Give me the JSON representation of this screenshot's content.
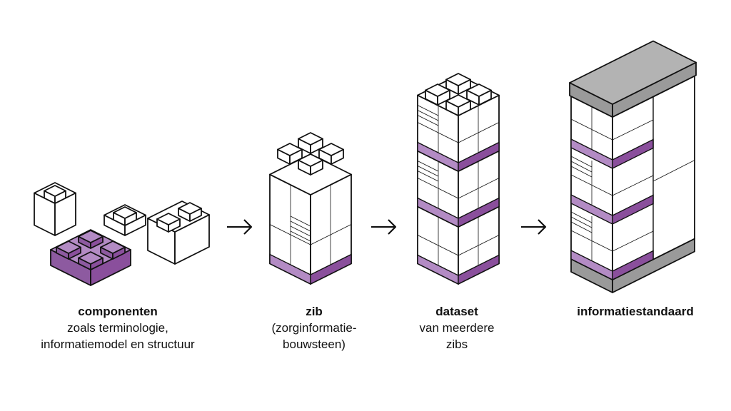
{
  "colors": {
    "purple_top": "#b38bc4",
    "purple_side": "#8d5aa0",
    "purple_band": "#8a4f9c",
    "grey_top": "#b3b3b3",
    "grey_side": "#9a9a9a",
    "outline": "#111111"
  },
  "stages": [
    {
      "title": "componenten",
      "subtitle": "zoals terminologie,\ninformatiemodel en structuur"
    },
    {
      "title": "zib",
      "subtitle": "(zorginformatie-\nbouwsteen)"
    },
    {
      "title": "dataset",
      "subtitle": "van meerdere\nzibs"
    },
    {
      "title": "informatiestandaard",
      "subtitle": ""
    }
  ],
  "arrows": [
    "arrow-right-icon",
    "arrow-right-icon",
    "arrow-right-icon"
  ]
}
